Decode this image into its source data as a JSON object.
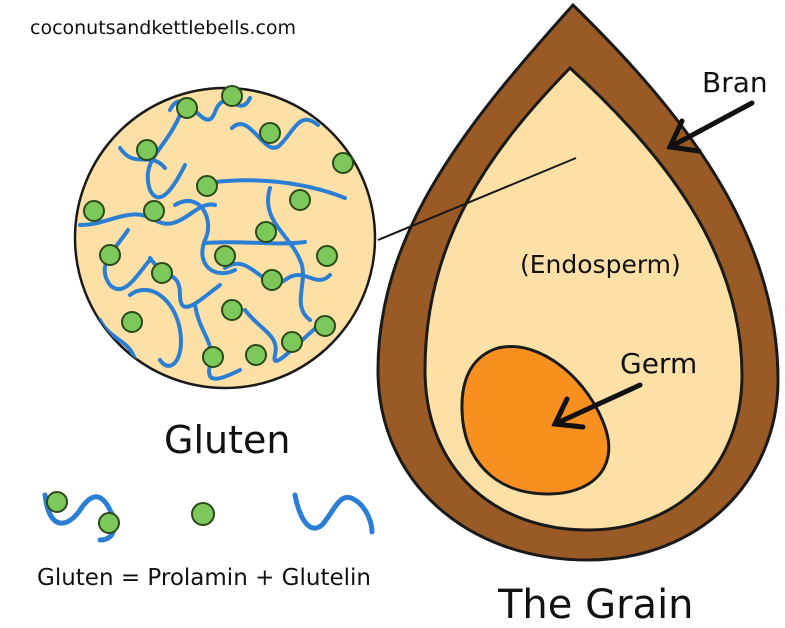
{
  "watermark": "coconutsandkettlebells.com",
  "labels": {
    "bran": "Bran",
    "endosperm": "(Endosperm)",
    "germ": "Germ",
    "gluten": "Gluten",
    "formula": "Gluten = Prolamin + Glutelin",
    "grain": "The Grain"
  },
  "colors": {
    "bran": "#9a5a25",
    "bran_outline": "#1a1a1a",
    "endosperm": "#fde0a6",
    "germ": "#f7901e",
    "gluten_circle": "#fde0a6",
    "strand": "#2a7fd4",
    "dot": "#7cc85a",
    "dot_outline": "#2b4a1c"
  }
}
